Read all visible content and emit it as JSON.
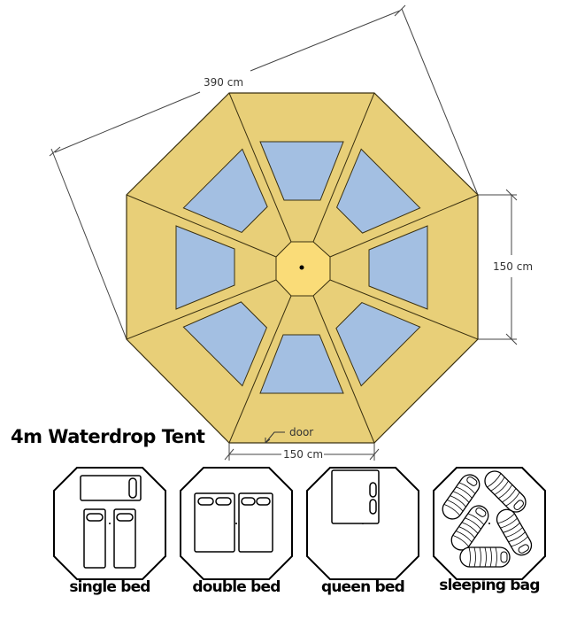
{
  "title": "4m Waterdrop Tent",
  "dimensions": {
    "diagonal": "390 cm",
    "side_right": "150 cm",
    "side_bottom": "150 cm"
  },
  "door_label": "door",
  "colors": {
    "canvas": "#e8cf78",
    "center": "#fadc78",
    "window": "#a3bfe2",
    "outline": "#3a3010"
  },
  "layouts": [
    {
      "label": "single bed"
    },
    {
      "label": "double bed"
    },
    {
      "label": "queen bed"
    },
    {
      "label": "sleeping bag"
    }
  ]
}
